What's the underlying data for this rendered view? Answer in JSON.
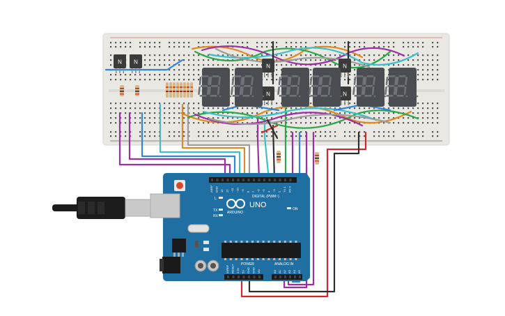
{
  "colors": {
    "breadboard": "#e9e8e3",
    "breadboard_edge": "#d2d1cb",
    "arduino_board": "#1f6fa3",
    "arduino_dark": "#155a87",
    "digit_body": "#4a4d52",
    "digit_segment_off": "#6f7378",
    "transistor_body": "#3b3b3b",
    "rail_red": "#c93b3b",
    "rail_black": "#222222",
    "usb_cable": "#1c1c1c",
    "usb_plug": "#c9c9c9"
  },
  "transistors": [
    {
      "label": "N"
    },
    {
      "label": "N"
    },
    {
      "label": "N"
    },
    {
      "label": "N"
    },
    {
      "label": "N"
    },
    {
      "label": "N"
    }
  ],
  "displays": {
    "count": 6,
    "digits_per_module": 2
  },
  "arduino": {
    "brand": "ARDUINO",
    "model": "UNO",
    "digital_header_label": "DIGITAL (PWM~)",
    "power_label": "POWER",
    "analog_label": "ANALOG IN",
    "tx_label": "TX",
    "rx_label": "RX",
    "l_label": "L",
    "on_label": "ON",
    "digital_pins": [
      "AREF",
      "GND",
      "13",
      "12",
      "~11",
      "~10",
      "~9",
      "8",
      "7",
      "~6",
      "~5",
      "4",
      "~3",
      "2",
      "TX 1",
      "RX 0"
    ],
    "power_pins": [
      "IOREF",
      "RESET",
      "3.3V",
      "5V",
      "GND",
      "GND",
      "Vin"
    ],
    "analog_pins": [
      "A0",
      "A1",
      "A2",
      "A3",
      "A4",
      "A5"
    ]
  }
}
